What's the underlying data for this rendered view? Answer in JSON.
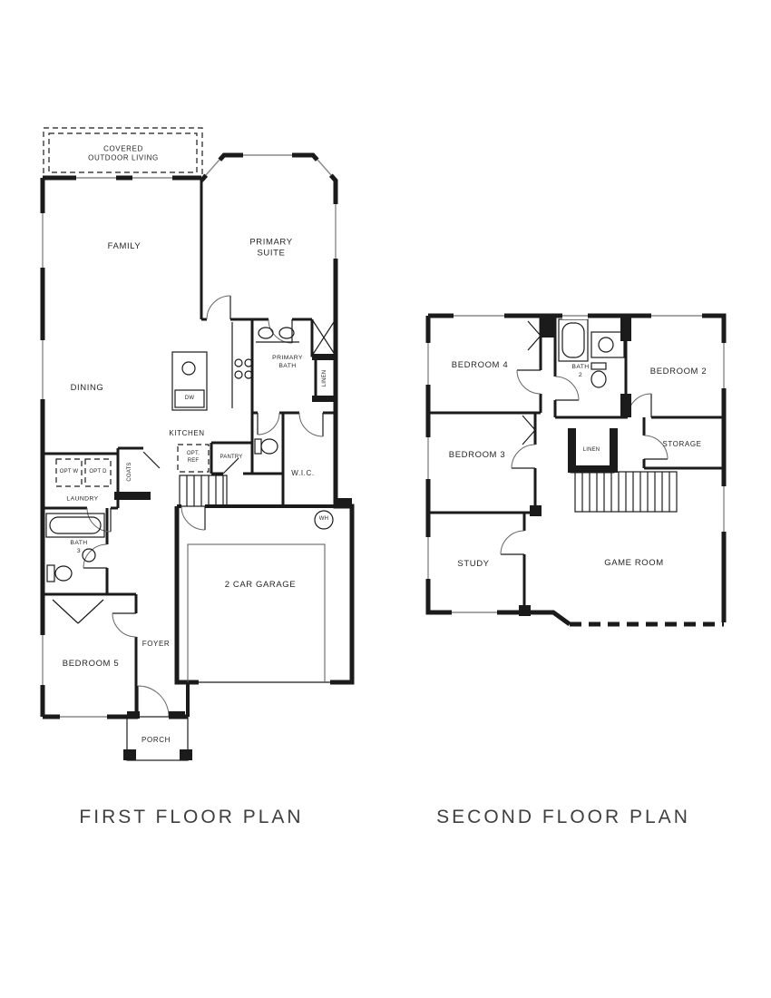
{
  "sheet": {
    "background": "#ffffff",
    "wall_color": "#1b1b1b",
    "window_color": "#8a8a8a"
  },
  "floor1": {
    "title": "FIRST FLOOR PLAN",
    "rooms": {
      "covered_outdoor_living": {
        "line1": "COVERED",
        "line2": "OUTDOOR LIVING"
      },
      "family": "FAMILY",
      "primary_suite": {
        "line1": "PRIMARY",
        "line2": "SUITE"
      },
      "dining": "DINING",
      "primary_bath": {
        "line1": "PRIMARY",
        "line2": "BATH"
      },
      "linen": "LINEN",
      "kitchen": "KITCHEN",
      "dw": "DW",
      "opt_ref": {
        "line1": "OPT.",
        "line2": "REF"
      },
      "pantry": "PANTRY",
      "wic": "W.I.C.",
      "coats": "COATS",
      "opt_w": "OPT W",
      "opt_d": "OPT D",
      "laundry": "LAUNDRY",
      "bath3": {
        "line1": "BATH",
        "line2": "3"
      },
      "garage": "2 CAR GARAGE",
      "wh": "WH",
      "foyer": "FOYER",
      "bedroom5": "BEDROOM 5",
      "porch": "PORCH"
    }
  },
  "floor2": {
    "title": "SECOND FLOOR PLAN",
    "rooms": {
      "bedroom4": "BEDROOM 4",
      "bath2": {
        "line1": "BATH",
        "line2": "2"
      },
      "bedroom2": "BEDROOM 2",
      "bedroom3": "BEDROOM 3",
      "linen": "LINEN",
      "storage": "STORAGE",
      "study": "STUDY",
      "game_room": "GAME ROOM"
    }
  }
}
